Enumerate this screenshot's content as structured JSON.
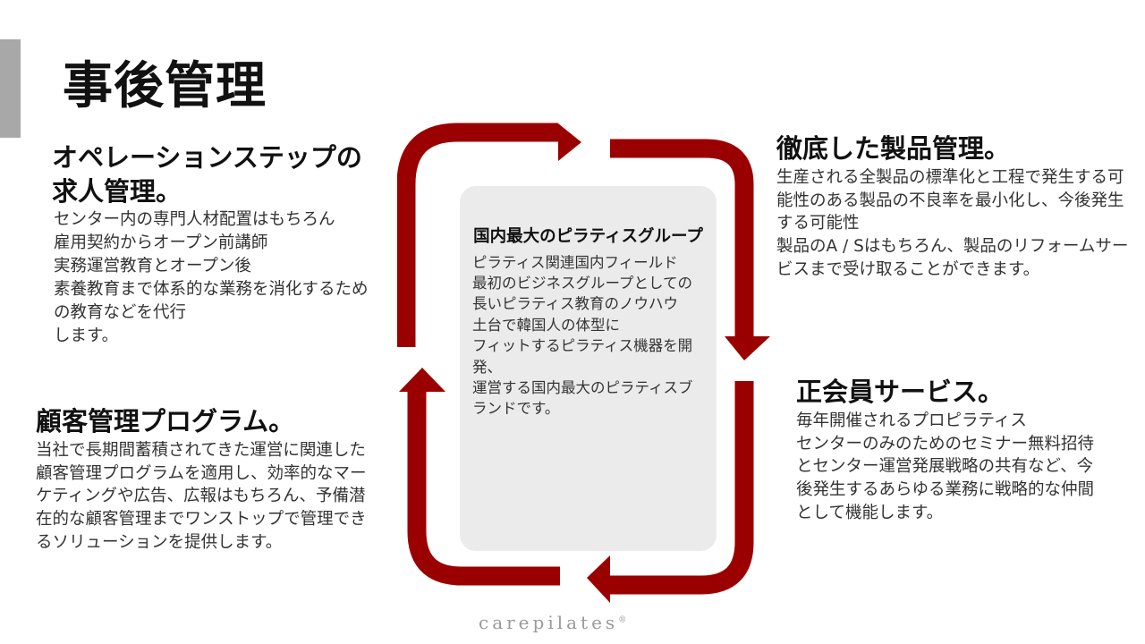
{
  "slide": {
    "title": "事後管理",
    "brand": "carepilates",
    "brand_mark": "®",
    "accent_color": "#9b0000"
  },
  "blocks": [
    {
      "heading": "オペレーションステップの求人管理。",
      "body": "センター内の専門人材配置はもちろん\n雇用契約からオープン前講師\n実務運営教育とオープン後\n素養教育まで体系的な業務を消化するための教育などを代行\nします。"
    },
    {
      "heading": "顧客管理プログラム。",
      "body": "当社で長期間蓄積されてきた運営に関連した顧客管理プログラムを適用し、効率的なマーケティングや広告、広報はもちろん、予備潜在的な顧客管理までワンストップで管理できるソリューションを提供します。"
    },
    {
      "heading": "徹底した製品管理。",
      "body": "生産される全製品の標準化と工程で発生する可能性のある製品の不良率を最小化し、今後発生する可能性\n製品のA / Sはもちろん、製品のリフォームサービスまで受け取ることができます。"
    },
    {
      "heading": "正会員サービス。",
      "body": "毎年開催されるプロピラティス\nセンターのみのためのセミナー無料招待とセンター運営発展戦略の共有など、今後発生するあらゆる業務に戦略的な仲間として機能します。"
    }
  ],
  "center": {
    "heading": "国内最大のピラティスグループ",
    "body": "ピラティス関連国内フィールド\n最初のビジネスグループとしての長いピラティス教育のノウハウ\n土台で韓国人の体型に\nフィットするピラティス機器を開発、\n運営する国内最大のピラティスブランドです。"
  }
}
